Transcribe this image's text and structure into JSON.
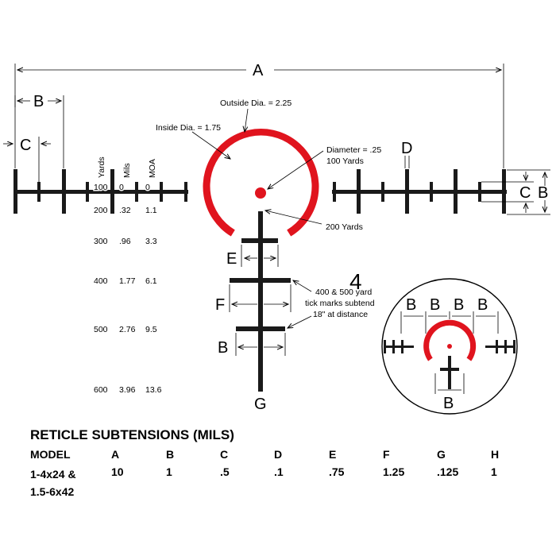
{
  "dimension_labels": {
    "A": "A",
    "B_top": "B",
    "C_left": "C",
    "D": "D",
    "C_right": "C",
    "B_right": "B",
    "E": "E",
    "F": "F",
    "B_lower": "B",
    "G": "G",
    "B_inset_1": "B",
    "B_inset_2": "B",
    "B_inset_3": "B",
    "B_inset_4": "B",
    "B_inset_lower": "B"
  },
  "annotations": {
    "outside_dia": "Outside Dia. = 2.25",
    "inside_dia": "Inside Dia. = 1.75",
    "dot_diameter_line1": "Diameter = .25",
    "dot_diameter_line2": "100 Yards",
    "yards_200": "200 Yards",
    "ticks_line1": "400 & 500 yard",
    "ticks_line2": "tick marks subtend",
    "ticks_line3": "18\" at distance",
    "inset_number": "4"
  },
  "range_table": {
    "headers": [
      "Yards",
      "Mils",
      "MOA"
    ],
    "rows": [
      {
        "yards": "100",
        "mils": "0",
        "moa": "0"
      },
      {
        "yards": "200",
        "mils": ".32",
        "moa": "1.1"
      },
      {
        "yards": "300",
        "mils": ".96",
        "moa": "3.3"
      },
      {
        "yards": "400",
        "mils": "1.77",
        "moa": "6.1"
      },
      {
        "yards": "500",
        "mils": "2.76",
        "moa": "9.5"
      },
      {
        "yards": "600",
        "mils": "3.96",
        "moa": "13.6"
      }
    ]
  },
  "spec": {
    "title": "RETICLE SUBTENSIONS (MILS)",
    "header": [
      "MODEL",
      "A",
      "B",
      "C",
      "D",
      "E",
      "F",
      "G",
      "H"
    ],
    "values": [
      "10",
      "1",
      ".5",
      ".1",
      ".75",
      "1.25",
      ".125",
      "1"
    ],
    "model_line1": "1-4x24 &",
    "model_line2": "1.5-6x42"
  },
  "colors": {
    "reticle_red": "#e0141e",
    "reticle_black": "#1a1a1a"
  }
}
